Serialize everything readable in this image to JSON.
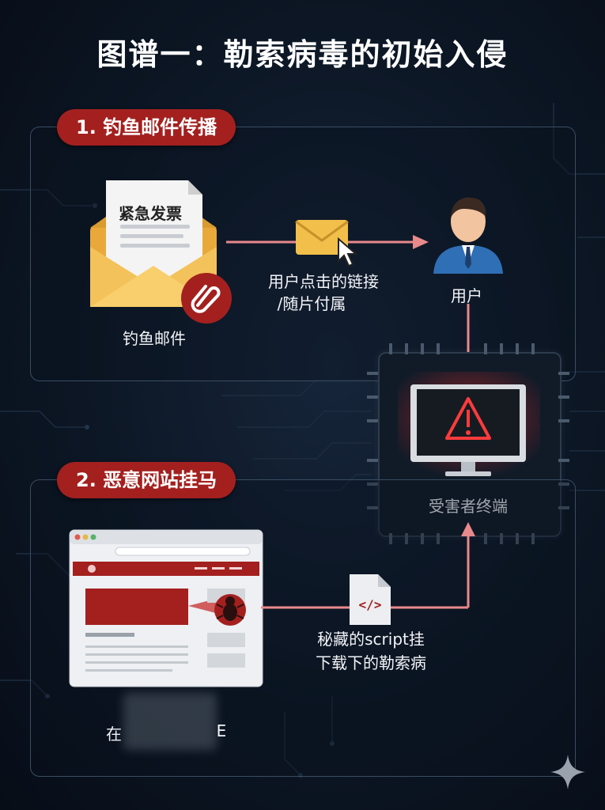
{
  "title": "图谱一：勒索病毒的初始入侵",
  "section1": {
    "badge": "1. 钓鱼邮件传播",
    "envelope_letter": "紧急发票",
    "email_label": "钓鱼邮件",
    "arrow_label_line1": "用户点击的链接",
    "arrow_label_line2": "/随片付属",
    "user_label": "用户"
  },
  "terminal": {
    "label": "受害者终端"
  },
  "section2": {
    "badge": "2. 恶意网站挂马",
    "script_label_line1": "秘藏的script挂",
    "script_label_line2": "下载下的勒索病",
    "website_caption_left": "在",
    "website_caption_right": "E"
  },
  "colors": {
    "accent_red": "#a3201f",
    "arrow_pink": "#e8898b",
    "panel_border": "#3a4d63",
    "envelope_yellow": "#f2bf4a"
  }
}
